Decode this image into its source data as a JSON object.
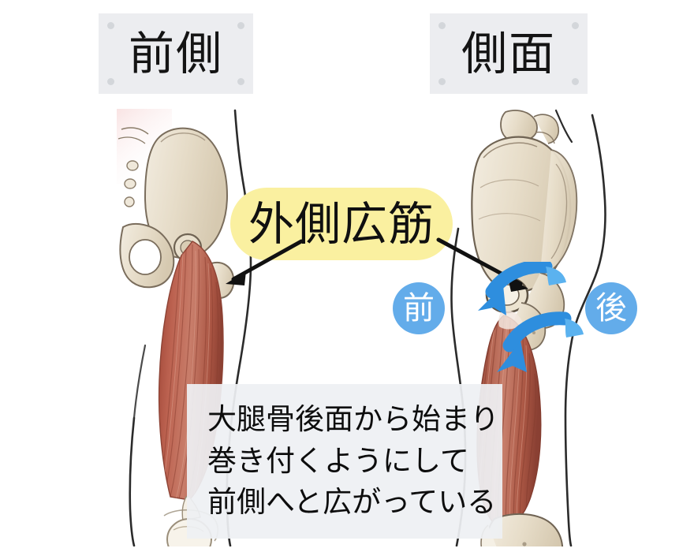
{
  "views": {
    "anterior": {
      "label": "前側"
    },
    "lateral": {
      "label": "側面"
    }
  },
  "muscle": {
    "name": "外側広筋",
    "pill_color": "#faf0a0"
  },
  "direction_badges": [
    {
      "label": "前",
      "meaning": "front",
      "color": "#63acea"
    },
    {
      "label": "後",
      "meaning": "back",
      "color": "#63acea"
    }
  ],
  "caption": {
    "lines": [
      "大腿骨後面から始まり",
      "巻き付くようにして",
      "前側へと広がっている"
    ]
  },
  "icons": {
    "pointer_arrow": "arrow-pointer-icon",
    "wrap_arrow": "curved-wrap-arrow-icon"
  },
  "colors": {
    "plaque_background": "#ecedf0",
    "plaque_screw": "#d3d6da",
    "muscle_red": "#b0503f",
    "muscle_red_light": "#cf8272",
    "bone_cream": "#ece4d4",
    "bone_outline": "#6f6353",
    "body_outline": "#2b2b2b",
    "wrap_arrow_blue": "#2e8ede",
    "badge_blue": "#63acea",
    "caption_background": "#eef0f3",
    "page_background": "#ffffff"
  }
}
